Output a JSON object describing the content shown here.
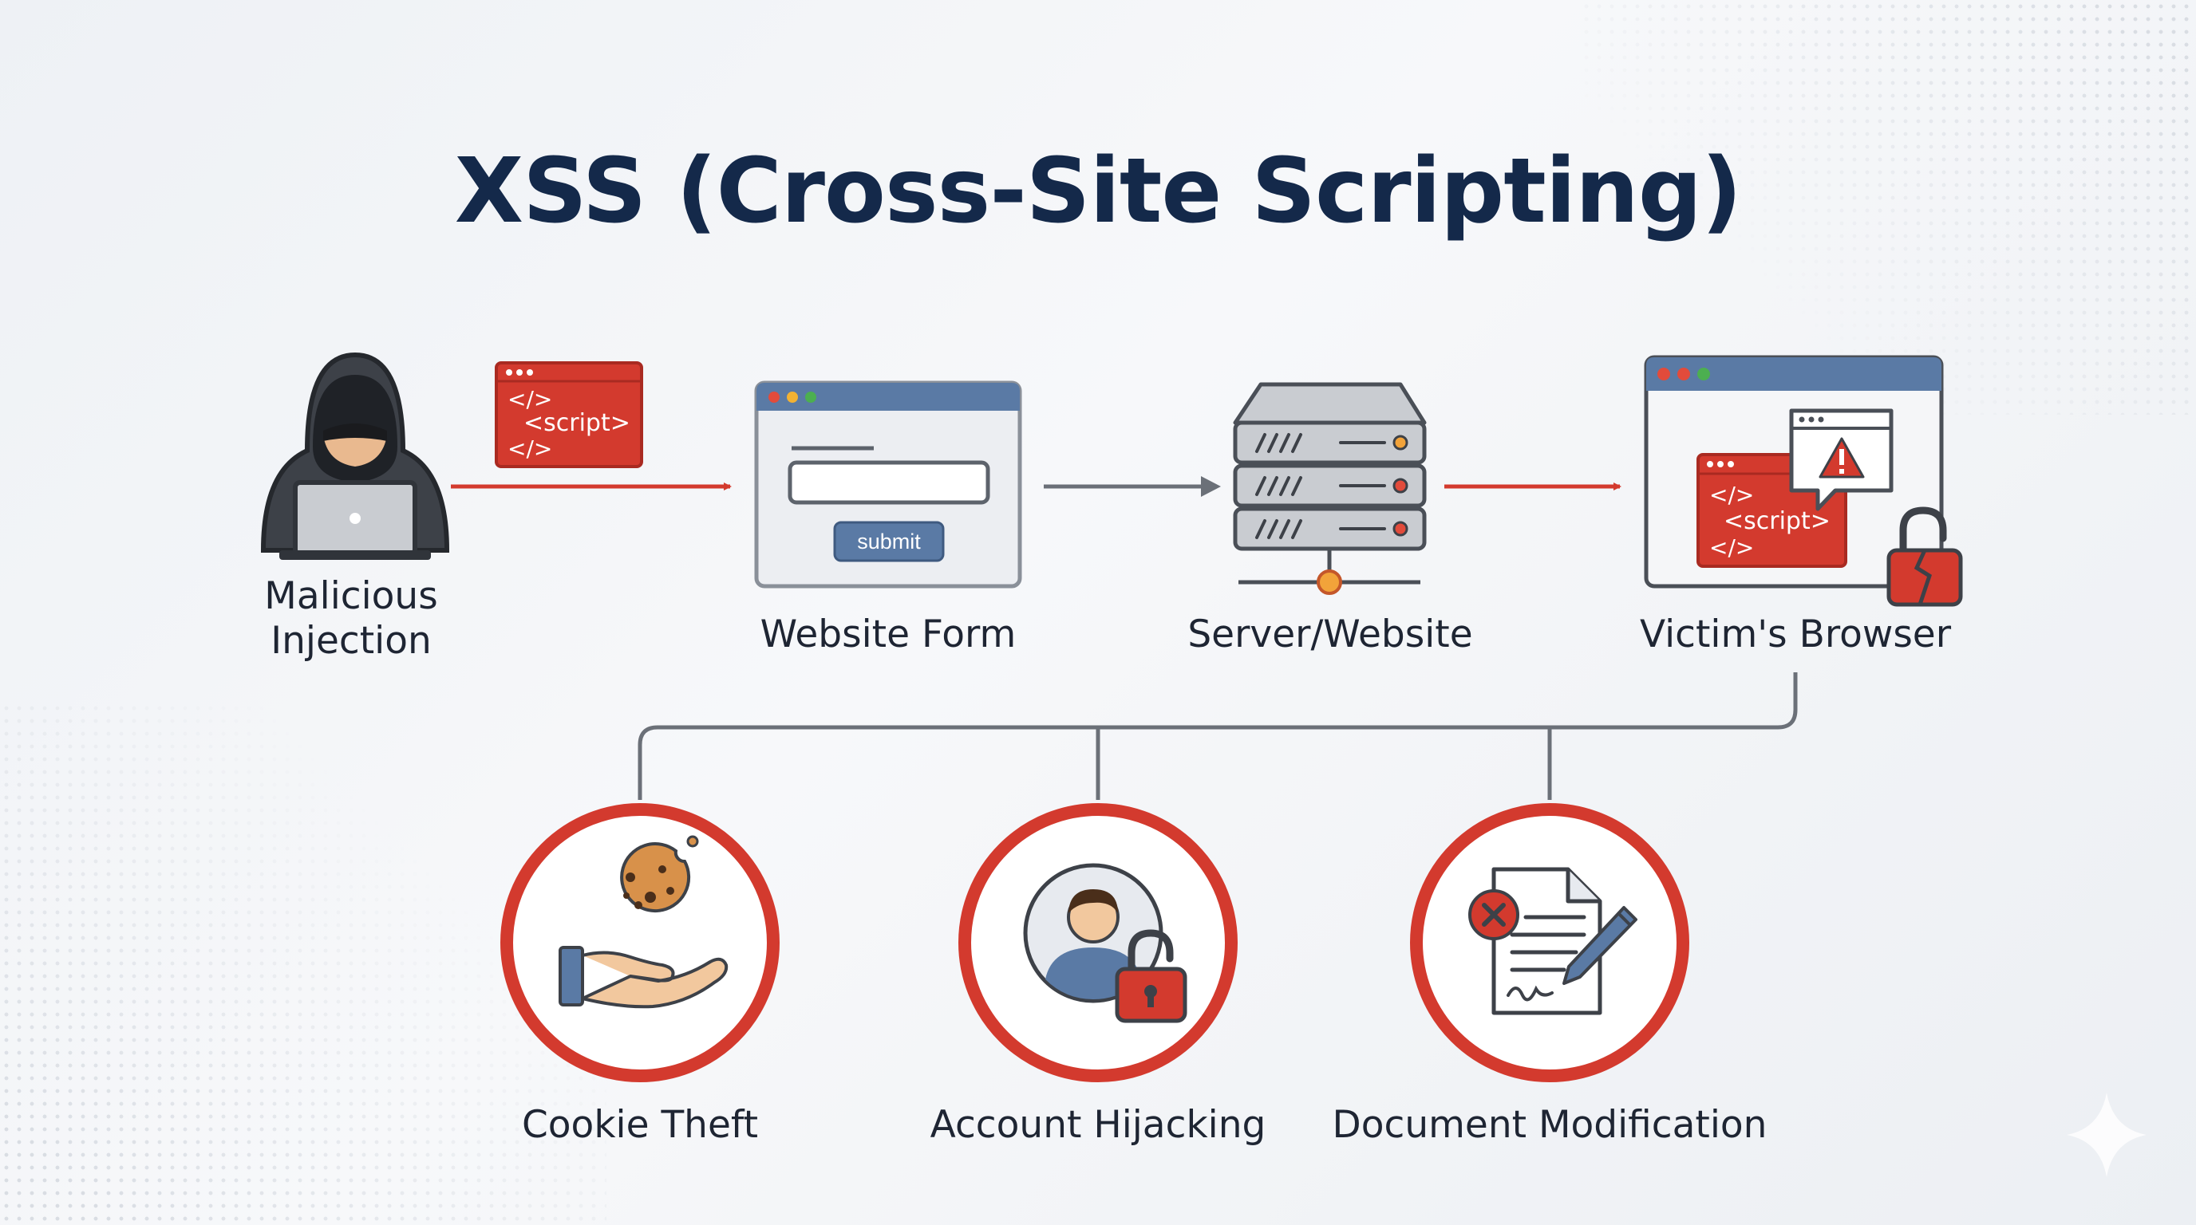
{
  "title": "XSS (Cross-Site Scripting)",
  "flow": [
    {
      "id": "attacker",
      "label": "Malicious Injection",
      "icon": "hacker-icon"
    },
    {
      "id": "form",
      "label": "Website Form",
      "icon": "web-form-icon",
      "button_label": "submit"
    },
    {
      "id": "server",
      "label": "Server/Website",
      "icon": "server-icon"
    },
    {
      "id": "browser",
      "label": "Victim's Browser",
      "icon": "browser-warning-icon"
    }
  ],
  "script_snippet": {
    "open": "</>",
    "body": "<script>",
    "close": "</>"
  },
  "consequences": [
    {
      "id": "cookie",
      "label": "Cookie Theft",
      "icon": "cookie-hand-icon"
    },
    {
      "id": "account",
      "label": "Account Hijacking",
      "icon": "user-lock-icon"
    },
    {
      "id": "document",
      "label": "Document Modification",
      "icon": "document-edit-icon"
    }
  ],
  "colors": {
    "accent_red": "#d33a2e",
    "navy": "#14294a",
    "window_blue": "#5a7aa5",
    "connector_gray": "#6b7078"
  }
}
